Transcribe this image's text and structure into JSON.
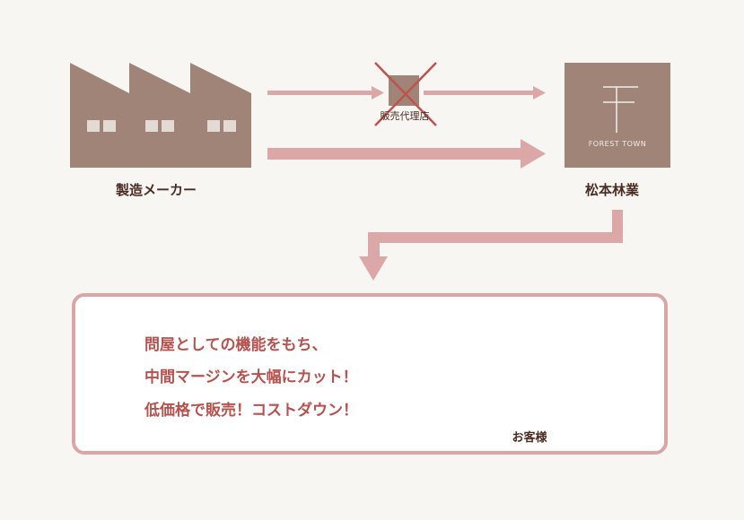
{
  "manufacturer": {
    "label": "製造メーカー"
  },
  "agent": {
    "label": "販売代理店"
  },
  "company": {
    "label": "松本林業",
    "logo_letter": "F",
    "logo_text": "FOREST TOWN"
  },
  "message": {
    "lines": [
      "問屋としての機能をもち、",
      "中間マージンを大幅にカット！",
      "低価格で販売！コストダウン！"
    ]
  },
  "customer": {
    "label": "お客様"
  },
  "colors": {
    "brown": "#a08478",
    "arrow": "#dba7a7",
    "cross": "#c0524e",
    "text_dark": "#4a2c22",
    "text_accent": "#b5524e",
    "background": "#f8f6f2"
  }
}
